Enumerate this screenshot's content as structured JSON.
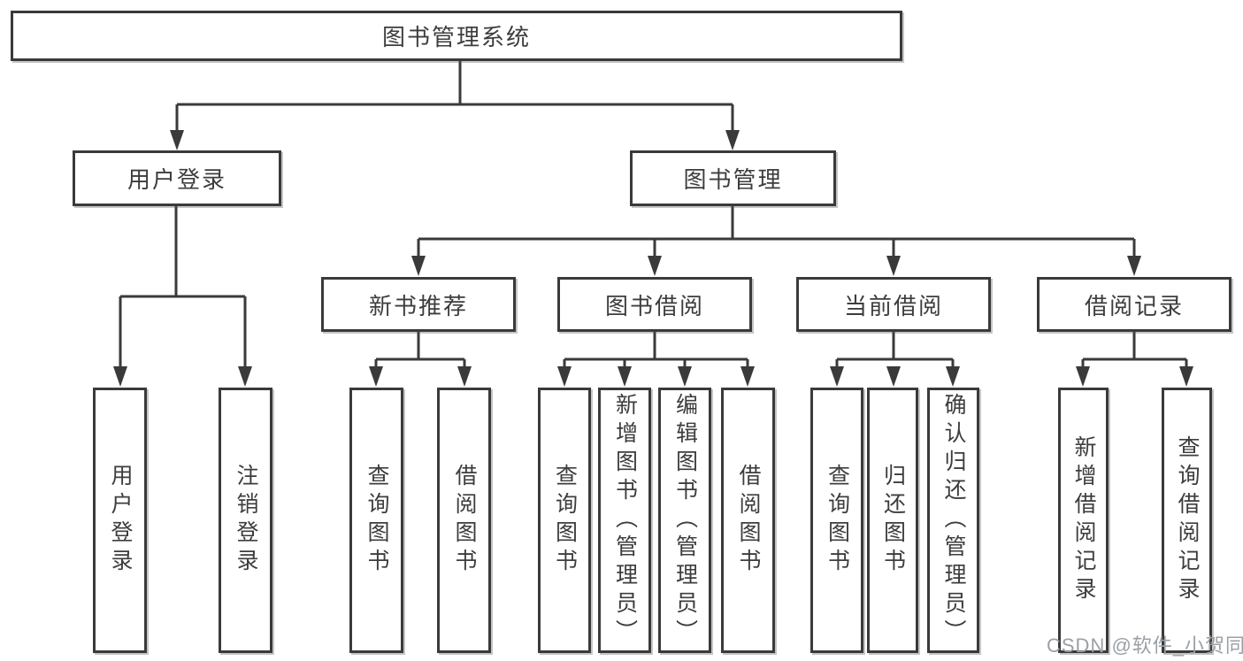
{
  "diagram": {
    "title": "图书管理系统",
    "branches": [
      {
        "label": "用户登录",
        "children": [
          {
            "label": "用户登录"
          },
          {
            "label": "注销登录"
          }
        ]
      },
      {
        "label": "图书管理",
        "children": [
          {
            "label": "新书推荐",
            "children": [
              {
                "label": "查询图书"
              },
              {
                "label": "借阅图书"
              }
            ]
          },
          {
            "label": "图书借阅",
            "children": [
              {
                "label": "查询图书"
              },
              {
                "label": "新增图书（管理员）"
              },
              {
                "label": "编辑图书（管理员）"
              },
              {
                "label": "借阅图书"
              }
            ]
          },
          {
            "label": "当前借阅",
            "children": [
              {
                "label": "查询图书"
              },
              {
                "label": "归还图书"
              },
              {
                "label": "确认归还（管理员）"
              }
            ]
          },
          {
            "label": "借阅记录",
            "children": [
              {
                "label": "新增借阅记录"
              },
              {
                "label": "查询借阅记录"
              }
            ]
          }
        ]
      }
    ]
  },
  "watermark": {
    "text": "CSDN @软件_小贺同学"
  },
  "colors": {
    "line": "#3a3a3a",
    "box_border": "#3a3a3a",
    "text": "#3d3d3d",
    "background": "#ffffff",
    "watermark": "#9aa0a6"
  }
}
